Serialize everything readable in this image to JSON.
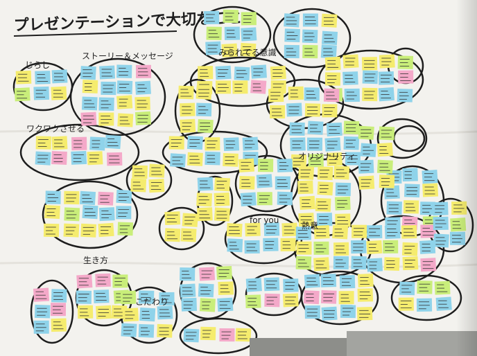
{
  "poster": {
    "title": "プレゼンテーションで大切なこと",
    "cluster_labels": [
      "じらし",
      "ストーリー＆メッセージ",
      "みられてる意識",
      "ワクワクさせる",
      "オリジナリティ",
      "for you",
      "熱意",
      "生き方",
      "こだわり"
    ]
  },
  "colors": {
    "paper": "#f3f2ee",
    "note_yellow": "#f5ec6e",
    "note_blue": "#8fd3ea",
    "note_pink": "#f4a9c9",
    "note_green": "#c9ee7a",
    "marker": "#1d1d1d",
    "desk": "#9a9b97"
  }
}
